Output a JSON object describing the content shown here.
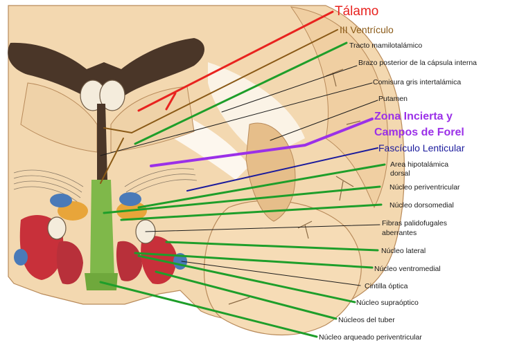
{
  "labels": {
    "talamo": "Tálamo",
    "iii_ventriculo": "III Ventrículo",
    "tracto": "Tracto mamilotalámico",
    "brazo": "Brazo posterior de la cápsula interna",
    "comisura": "Comisura gris intertalámica",
    "putamen": "Putamen",
    "zona_1": "Zona Incierta y",
    "zona_2": "Campos de Forel",
    "fasciculo": "Fascículo Lenticular",
    "area_1": "Area hipotalámica",
    "area_2": "dorsal",
    "periventricular": "Núcleo periventricular",
    "dorsomedial": "Núcleo dorsomedial",
    "fibras_1": "Fibras palidofugales",
    "fibras_2": "aberrantes",
    "lateral": "Núcleo lateral",
    "ventromedial": "Núcleo ventromedial",
    "cintilla": "Cintilla óptica",
    "supraoptico": "Núcleo supraóptico",
    "tuber": "Núcleos del tuber",
    "arqueado": "Núcleo arqueado periventricular"
  },
  "colors": {
    "talamo": "#e8231f",
    "iii_ventriculo": "#8a5a17",
    "green_lines": "#1e9e2a",
    "zona": "#9b30e8",
    "fasciculo": "#1a1a9c",
    "black_labels": "#1a1a1a",
    "tissue": "#f3d8b0",
    "tissue_dark": "#e8c08c",
    "ventricle": "#4a3628",
    "nucleus_red": "#c8303a",
    "nucleus_orange": "#e8a53a",
    "nucleus_blue": "#4a7ab8",
    "nucleus_green": "#7fb84a"
  }
}
